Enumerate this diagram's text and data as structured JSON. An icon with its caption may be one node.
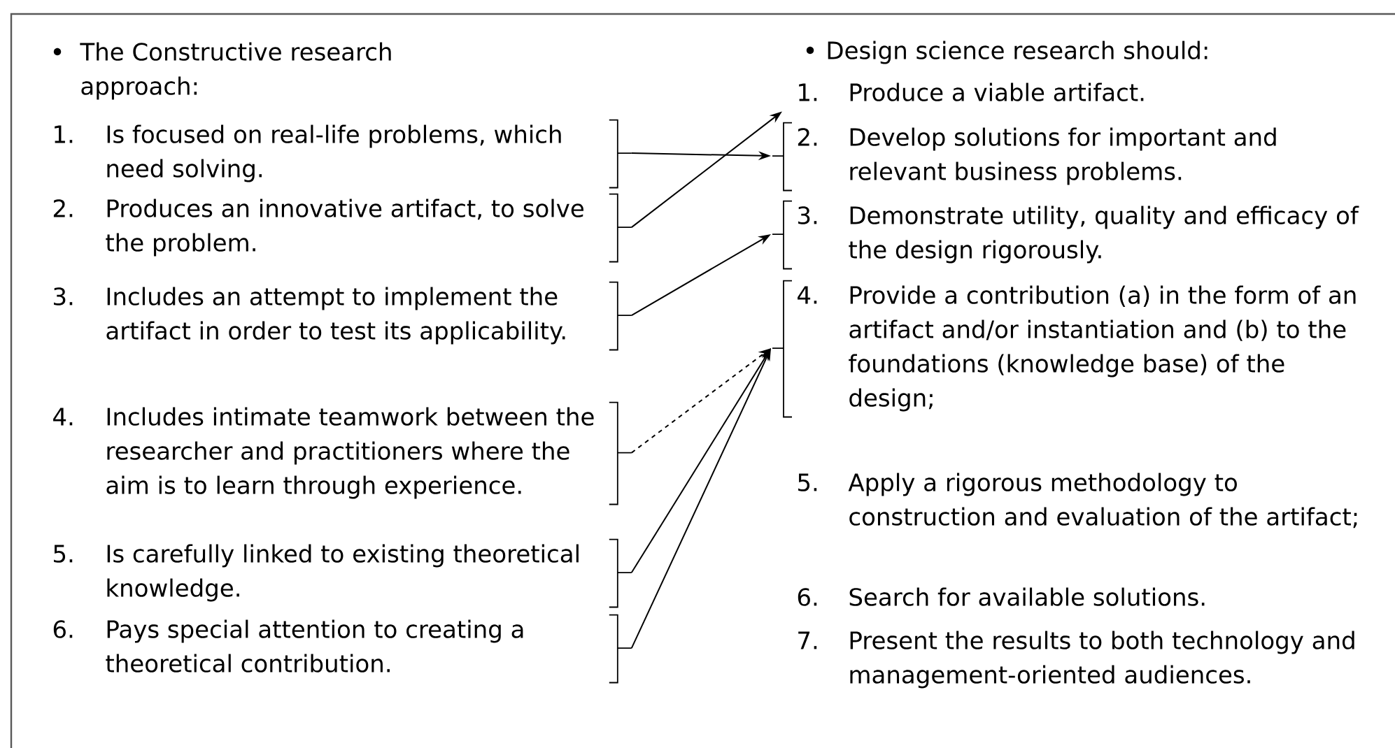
{
  "diagram": {
    "nodes": [
      {
        "text": [
          "1.",
          "Is focused on real-life problems, which need solving."
        ]
      },
      {
        "text": [
          "2.",
          "Produces an innovative artifact, to solve the problem."
        ]
      },
      {
        "text": [
          "3.",
          "Includes an attempt to implement the artifact in order to test its applicability."
        ]
      },
      {
        "text": [
          "4.",
          "Includes intimate teamwork between the researcher and practitioners where the aim is to learn through experience."
        ]
      },
      {
        "text": [
          "5.",
          "Is carefully linked to existing theoretical knowledge."
        ]
      },
      {
        "text": [
          "6.",
          "Pays special attention to creating a theoretical contribution."
        ]
      },
      {
        "text": [
          "1.",
          "Produce a viable artifact."
        ]
      },
      {
        "text": [
          "2.",
          "Develop solutions for important and relevant business problems."
        ]
      },
      {
        "text": [
          "3.",
          "Demonstrate utility, quality and efficacy of the design rigorously."
        ]
      },
      {
        "text": [
          "4.",
          "Provide a contribution (a) in the form of an artifact and/or instantiation and (b) to the foundations (knowledge base) of the design;"
        ]
      },
      {
        "text": [
          "5.",
          "Apply a rigorous methodology to construction and evaluation of the artifact;"
        ]
      },
      {
        "text": [
          "6.",
          "Search for available solutions."
        ]
      },
      {
        "text": [
          "7.",
          "Present the results to both technology and management-oriented audiences."
        ]
      }
    ],
    "edges": [
      {
        "from": 0,
        "to": 7,
        "arrow": "to"
      },
      {
        "from": 1,
        "to": 6,
        "arrow": "to"
      },
      {
        "from": 2,
        "to": 8,
        "arrow": "to"
      },
      {
        "from": 3,
        "to": 9,
        "arrow": "to",
        "style": "dashed"
      },
      {
        "from": 4,
        "to": 9,
        "arrow": "to"
      },
      {
        "from": 5,
        "to": 9,
        "arrow": "to"
      }
    ],
    "labels": [
      "The Constructive research approach:",
      "Design science research should:"
    ]
  }
}
